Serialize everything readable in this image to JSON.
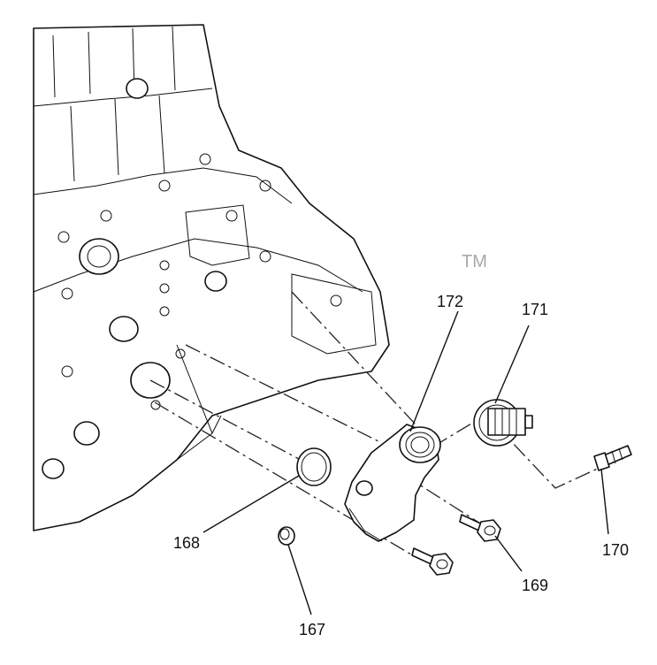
{
  "diagram": {
    "watermark": "TM",
    "callouts": [
      "172",
      "171",
      "168",
      "170",
      "169",
      "167"
    ]
  }
}
